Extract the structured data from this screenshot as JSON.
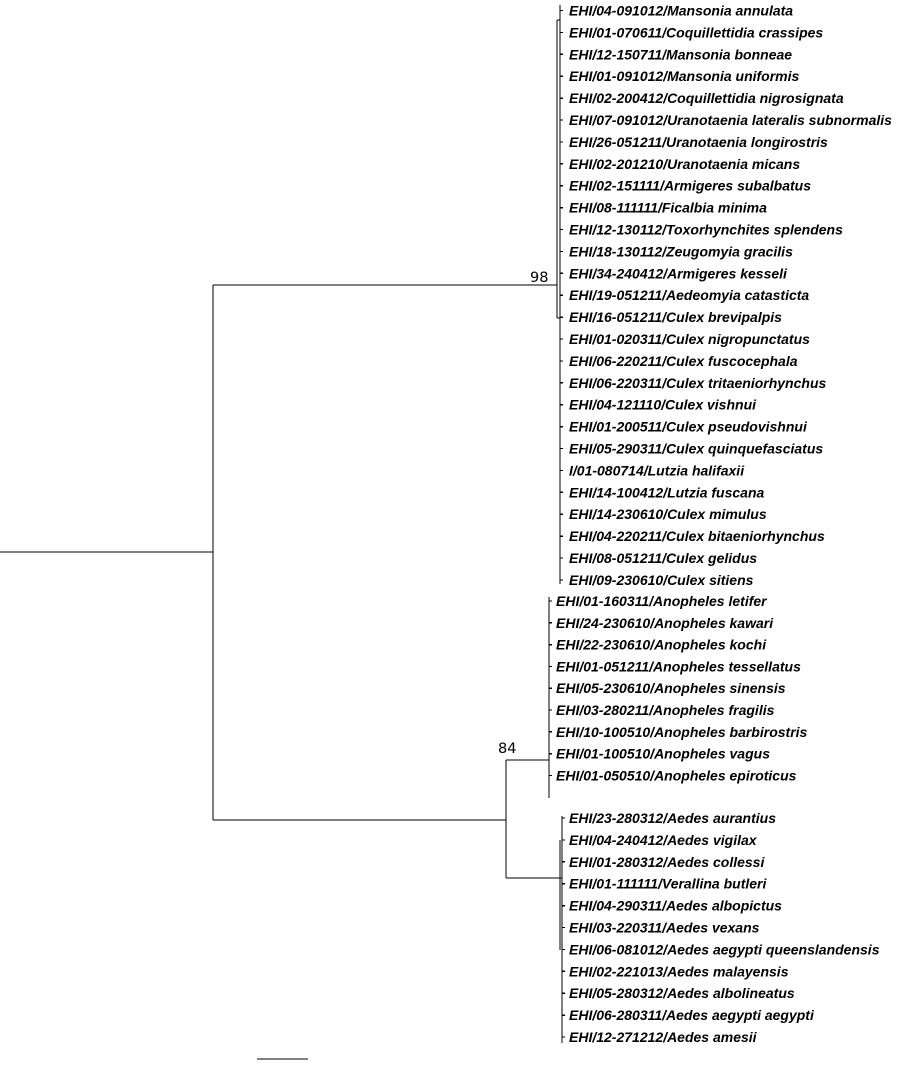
{
  "tree": {
    "clades": [
      {
        "support": "98",
        "taxa": [
          "EHI/04-091012/Mansonia annulata",
          "EHI/01-070611/Coquillettidia crassipes",
          "EHI/12-150711/Mansonia bonneae",
          "EHI/01-091012/Mansonia uniformis",
          "EHI/02-200412/Coquillettidia nigrosignata",
          "EHI/07-091012/Uranotaenia lateralis subnormalis",
          "EHI/26-051211/Uranotaenia longirostris",
          "EHI/02-201210/Uranotaenia micans",
          "EHI/02-151111/Armigeres subalbatus",
          "EHI/08-111111/Ficalbia minima",
          "EHI/12-130112/Toxorhynchites splendens",
          "EHI/18-130112/Zeugomyia gracilis",
          "EHI/34-240412/Armigeres kesseli",
          "EHI/19-051211/Aedeomyia catasticta",
          "EHI/16-051211/Culex brevipalpis",
          "EHI/01-020311/Culex nigropunctatus",
          "EHI/06-220211/Culex fuscocephala",
          "EHI/06-220311/Culex tritaeniorhynchus",
          "EHI/04-121110/Culex vishnui",
          "EHI/01-200511/Culex pseudovishnui",
          "EHI/05-290311/Culex quinquefasciatus",
          "I/01-080714/Lutzia halifaxii",
          "EHI/14-100412/Lutzia fuscana",
          "EHI/14-230610/Culex mimulus",
          "EHI/04-220211/Culex bitaeniorhynchus",
          "EHI/08-051211/Culex gelidus",
          "EHI/09-230610/Culex sitiens"
        ]
      },
      {
        "support": "84",
        "taxa": [
          "EHI/01-160311/Anopheles letifer",
          "EHI/24-230610/Anopheles kawari",
          "EHI/22-230610/Anopheles kochi",
          "EHI/01-051211/Anopheles tessellatus",
          "EHI/05-230610/Anopheles sinensis",
          "EHI/03-280211/Anopheles fragilis",
          "EHI/10-100510/Anopheles barbirostris",
          "EHI/01-100510/Anopheles vagus",
          "EHI/01-050510/Anopheles epiroticus"
        ]
      },
      {
        "support": "",
        "taxa": [
          "EHI/23-280312/Aedes aurantius",
          "EHI/04-240412/Aedes vigilax",
          "EHI/01-280312/Aedes collessi",
          "EHI/01-111111/Verallina butleri",
          "EHI/04-290311/Aedes albopictus",
          "EHI/03-220311/Aedes vexans",
          "EHI/06-081012/Aedes aegypti queenslandensis",
          "EHI/02-221013/Aedes malayensis",
          "EHI/05-280312/Aedes albolineatus",
          "EHI/06-280311/Aedes aegypti aegypti",
          "EHI/12-271212/Aedes amesii"
        ]
      }
    ]
  }
}
